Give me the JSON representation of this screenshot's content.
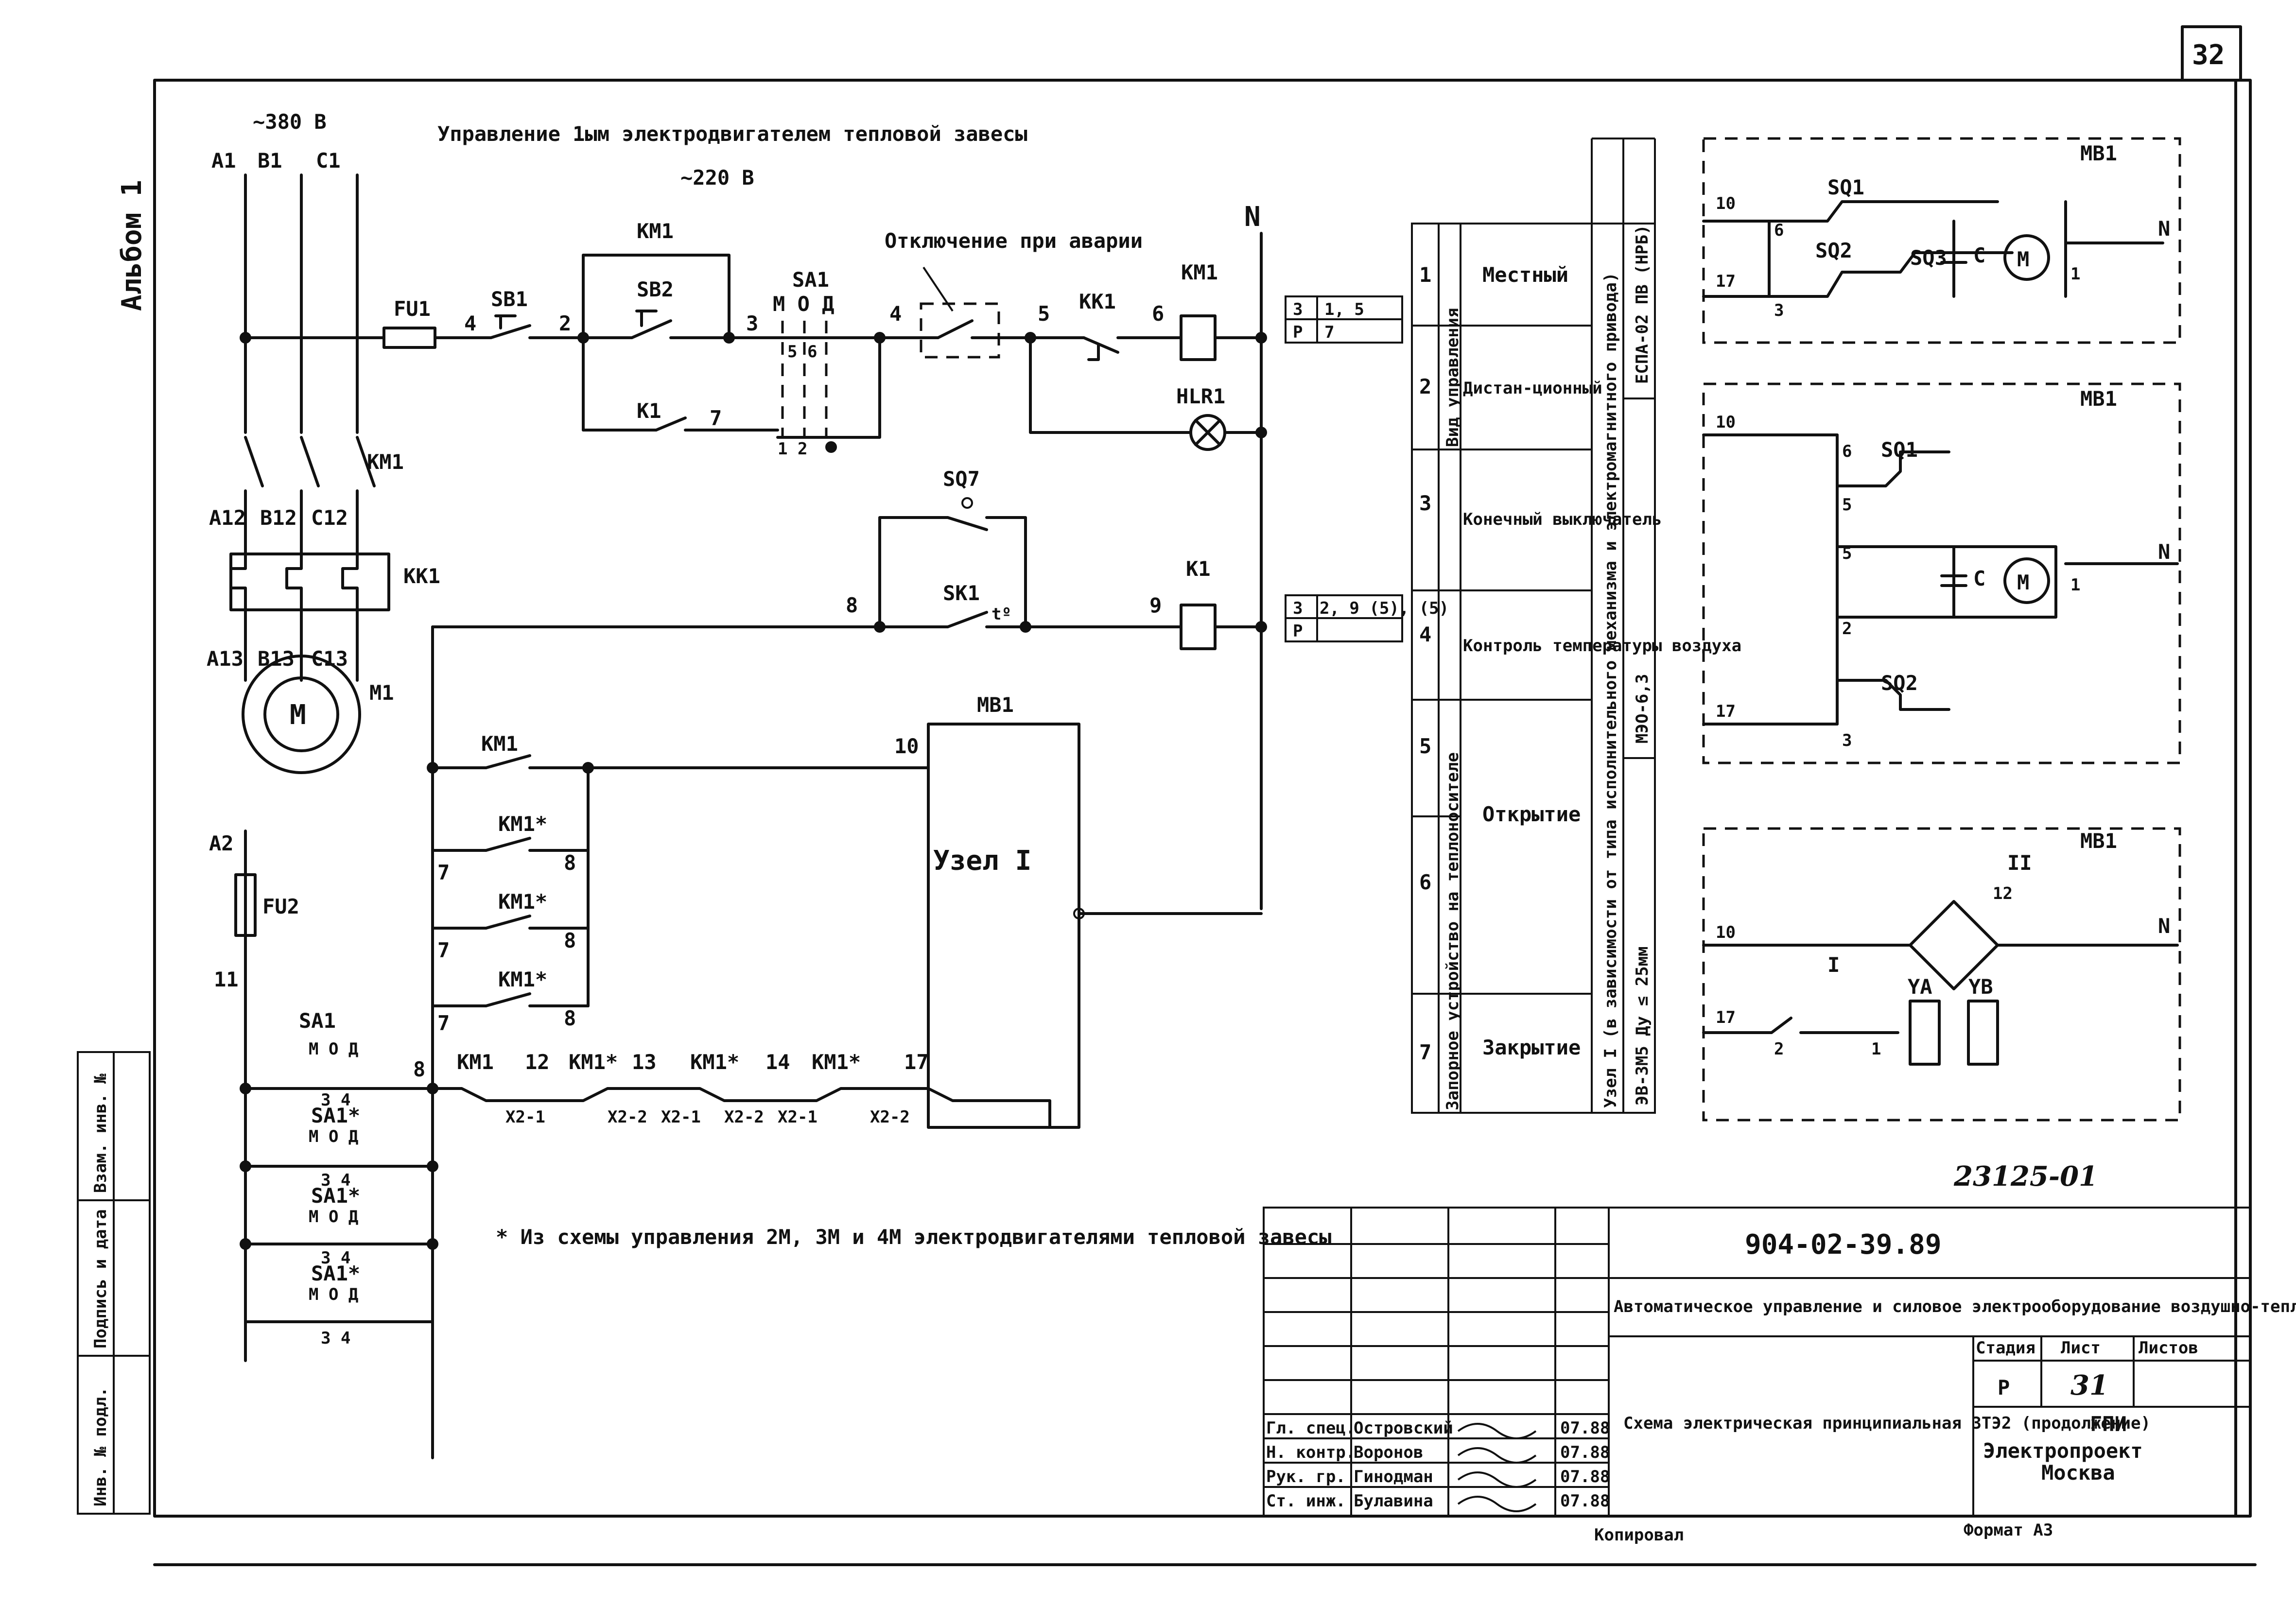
{
  "sheet": {
    "page_number": "32",
    "album_label": "Альбом 1"
  },
  "titles": {
    "main_title": "Управление 1ым электродвигателем тепловой завесы",
    "voltage_380": "~380 В",
    "voltage_220": "~220 В",
    "n_label": "N",
    "emergency_label": "Отключение при аварии"
  },
  "power_circuit": {
    "phases": [
      "А1",
      "В1",
      "С1"
    ],
    "phases_mid": [
      "А12",
      "В12",
      "С12"
    ],
    "phases_low": [
      "А13",
      "В13",
      "С13"
    ],
    "contactor": "КМ1",
    "relay": "КК1",
    "motor_label": "М1",
    "motor_symbol": "М"
  },
  "control_circuit": {
    "fu1": "FU1",
    "sb1": "SB1",
    "sb2": "SB2",
    "km1": "КМ1",
    "k1": "К1",
    "sa1": "SA1",
    "sa_positions": [
      "М",
      "О",
      "Д"
    ],
    "kk1": "КК1",
    "km1_coil": "КМ1",
    "hlr1": "HLR1",
    "sq7": "SQ7",
    "sk1": "SK1",
    "k1_coil": "К1",
    "sa_contacts_top": "5 6",
    "sa_contacts_bottom": "1 2",
    "tsk": "tº",
    "wire_numbers": [
      "4",
      "2",
      "3",
      "4",
      "5",
      "6",
      "7",
      "8",
      "9",
      "10"
    ]
  },
  "lower_circuit": {
    "a2": "А2",
    "fu2": "FU2",
    "n11": "11",
    "km_contacts": [
      "КМ1",
      "КМ1*",
      "КМ1*",
      "КМ1*"
    ],
    "wire_7": "7",
    "wire_8": "8",
    "mb1": "МВ1",
    "node": "Узел I",
    "sa_blocks": [
      "SA1",
      "SA1*",
      "SA1*",
      "SA1*"
    ],
    "sa_block_positions": "М О Д",
    "sa_block_contacts": "3 4",
    "km_chain": [
      "КМ1",
      "КМ1*",
      "КМ1*",
      "КМ1*"
    ],
    "chain_nums": [
      "12",
      "13",
      "14",
      "17"
    ],
    "x_labels": [
      "Х2-1",
      "Х2-2",
      "Х2-1",
      "Х2-2",
      "Х2-1",
      "Х2-2"
    ],
    "footnote": "* Из схемы управления 2М, 3М и 4М электродвигателями тепловой завесы"
  },
  "legend_table": {
    "ref_box_1": [
      "3",
      "1, 5",
      "Р",
      "7"
    ],
    "ref_box_2": [
      "3",
      "2, 9 (5), (5)",
      "Р"
    ],
    "rows": [
      {
        "num": "1",
        "text": "Местный"
      },
      {
        "num": "2",
        "text": "Дистан-ционный"
      },
      {
        "num": "3",
        "text": "Конечный выключатель"
      },
      {
        "num": "4",
        "text": "Контроль температуры воздуха"
      },
      {
        "num": "5",
        "text": ""
      },
      {
        "num": "6",
        "text": "Открытие"
      },
      {
        "num": "7",
        "text": "Закрытие"
      }
    ],
    "group_1": "Вид управления",
    "group_2": "Запорное устройство на теплоносителе",
    "vertical_note": "Узел I (в зависимости от типа исполнительного механизма и электромагнитного привода)",
    "variants": [
      "ЕСПА-02 ПВ (НРБ)",
      "МЭО-6,3",
      "ЭВ-3М5 Ду ≤ 25мм"
    ]
  },
  "node_diagrams": [
    {
      "title": "МВ1",
      "wires": [
        "10",
        "17",
        "N",
        "6",
        "3",
        "1"
      ],
      "switches": [
        "SQ1",
        "SQ2",
        "SQ3"
      ],
      "cap": "С",
      "motor": "М"
    },
    {
      "title": "МВ1",
      "wires": [
        "10",
        "17",
        "N",
        "6",
        "5",
        "5",
        "1",
        "2",
        "3"
      ],
      "switches": [
        "SQ1",
        "SQ2"
      ],
      "cap": "С",
      "motor": "М"
    },
    {
      "title": "МВ1",
      "wires": [
        "10",
        "17",
        "N",
        "2",
        "1",
        "12"
      ],
      "switches": [
        "I",
        "II"
      ],
      "coils": [
        "YA",
        "YB"
      ]
    }
  ],
  "title_block": {
    "doc_number": "23125-01",
    "code": "904-02-39.89",
    "project_title": "Автоматическое управление и силовое электрооборудование воздушно-тепловых завес",
    "sheet_title": "Схема электрическая принципиальная ЗТЭ2 (продолжение)",
    "stage_header": "Стадия",
    "sheet_header": "Лист",
    "sheets_header": "Листов",
    "stage": "Р",
    "sheet": "31",
    "org_1": "ГПИ",
    "org_2": "Электропроект",
    "org_3": "Москва",
    "signatures": [
      {
        "role": "Гл. спец.",
        "name": "Островский",
        "date": "07.88"
      },
      {
        "role": "Н. контр.",
        "name": "Воронов",
        "date": "07.88"
      },
      {
        "role": "Рук. гр.",
        "name": "Гинодман",
        "date": "07.88"
      },
      {
        "role": "Ст. инж.",
        "name": "Булавина",
        "date": "07.88"
      }
    ],
    "copied": "Копировал",
    "format": "Формат А3"
  },
  "side_stamp": [
    "Инв. № подл.",
    "Подпись и дата",
    "Взам. инв. №"
  ]
}
